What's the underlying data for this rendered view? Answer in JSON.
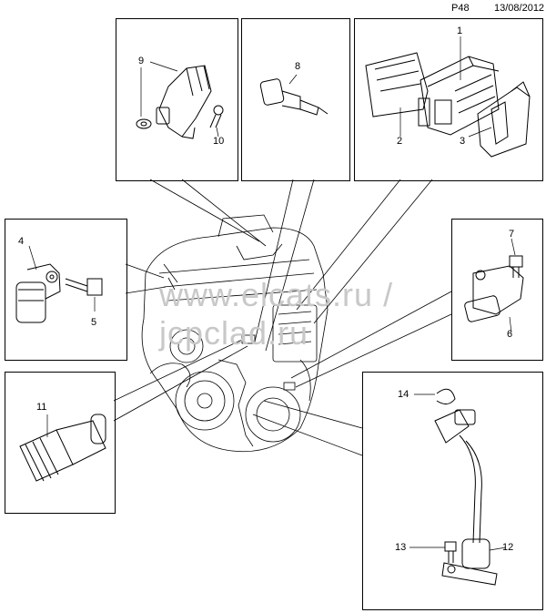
{
  "header": {
    "page_id": "P48",
    "date": "13/08/2012"
  },
  "watermark": "www.elcats.ru / jcpclad.ru",
  "callouts": {
    "c1": "1",
    "c2": "2",
    "c3": "3",
    "c4": "4",
    "c5": "5",
    "c6": "6",
    "c7": "7",
    "c8": "8",
    "c9": "9",
    "c10": "10",
    "c11": "11",
    "c12": "12",
    "c13": "13",
    "c14": "14"
  },
  "parts": [
    {
      "ref": "1",
      "icon": "ecu-module-icon"
    },
    {
      "ref": "2",
      "icon": "ecu-bracket-icon"
    },
    {
      "ref": "3",
      "icon": "ecu-cover-icon"
    },
    {
      "ref": "4",
      "icon": "camshaft-sensor-icon"
    },
    {
      "ref": "5",
      "icon": "bolt-icon"
    },
    {
      "ref": "6",
      "icon": "crankshaft-sensor-icon"
    },
    {
      "ref": "7",
      "icon": "bolt-icon"
    },
    {
      "ref": "8",
      "icon": "temperature-sensor-icon"
    },
    {
      "ref": "9",
      "icon": "pressure-sensor-icon"
    },
    {
      "ref": "10",
      "icon": "bolt-icon"
    },
    {
      "ref": "11",
      "icon": "oil-pressure-switch-icon"
    },
    {
      "ref": "12",
      "icon": "oil-level-sensor-icon"
    },
    {
      "ref": "13",
      "icon": "bolt-icon"
    },
    {
      "ref": "14",
      "icon": "retaining-clip-icon"
    }
  ]
}
